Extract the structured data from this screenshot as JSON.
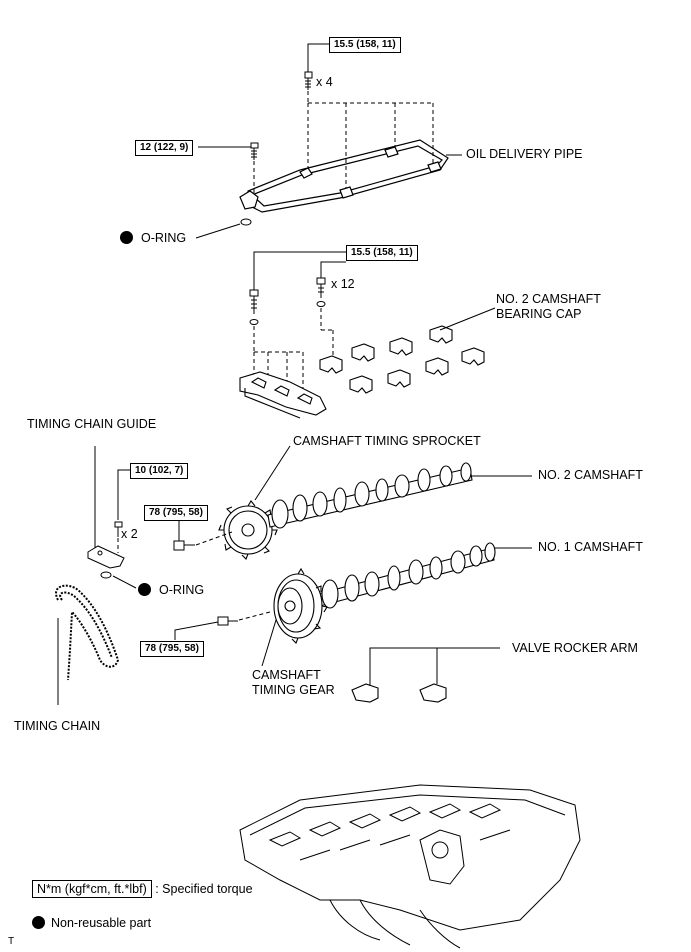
{
  "torques": {
    "top": "15.5 (158, 11)",
    "pipe_left": "12 (122, 9)",
    "cap": "15.5 (158, 11)",
    "guide": "10 (102, 7)",
    "sprocket": "78 (795, 58)",
    "gear": "78 (795, 58)"
  },
  "counts": {
    "top_bolts": "x 4",
    "cap_bolts": "x 12",
    "guide_bolts": "x 2"
  },
  "labels": {
    "oil_delivery_pipe": "OIL DELIVERY PIPE",
    "o_ring_1": "O-RING",
    "no2_camshaft_bearing_cap_line1": "NO. 2 CAMSHAFT",
    "no2_camshaft_bearing_cap_line2": "BEARING CAP",
    "timing_chain_guide": "TIMING CHAIN GUIDE",
    "camshaft_timing_sprocket": "CAMSHAFT TIMING SPROCKET",
    "no2_camshaft": "NO. 2 CAMSHAFT",
    "no1_camshaft": "NO. 1 CAMSHAFT",
    "o_ring_2": "O-RING",
    "valve_rocker_arm": "VALVE ROCKER ARM",
    "camshaft_timing_gear_line1": "CAMSHAFT",
    "camshaft_timing_gear_line2": "TIMING GEAR",
    "timing_chain": "TIMING CHAIN"
  },
  "legend": {
    "torque_unit": "N*m (kgf*cm, ft.*lbf)",
    "torque_desc": ": Specified torque",
    "non_reusable": "Non-reusable part"
  },
  "corner_mark": "T"
}
